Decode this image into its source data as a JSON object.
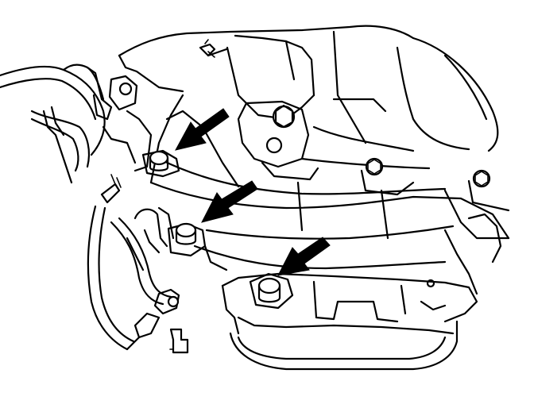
{
  "diagram": {
    "kind": "technical line drawing",
    "colors": {
      "line": "#000000",
      "background": "#ffffff",
      "arrow": "#000000"
    },
    "callouts": [
      {
        "icon": "arrow-icon",
        "points_to": "bolt-1"
      },
      {
        "icon": "arrow-icon",
        "points_to": "bolt-2"
      },
      {
        "icon": "arrow-icon",
        "points_to": "bolt-3"
      }
    ]
  }
}
